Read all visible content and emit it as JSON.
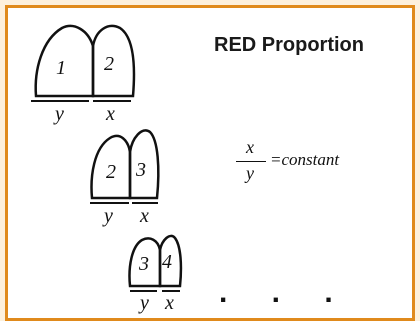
{
  "title": "RED Proportion",
  "equation": {
    "numerator": "x",
    "denominator": "y",
    "rhs": "=constant"
  },
  "stages": [
    {
      "left_number": "1",
      "right_number": "2",
      "left_label": "y",
      "right_label": "x"
    },
    {
      "left_number": "2",
      "right_number": "3",
      "left_label": "y",
      "right_label": "x"
    },
    {
      "left_number": "3",
      "right_number": "4",
      "left_label": "y",
      "right_label": "x"
    }
  ],
  "continuation": ". . .",
  "colors": {
    "frame": "#e08a1c",
    "background": "#fdf0dc",
    "stroke": "#111111"
  }
}
